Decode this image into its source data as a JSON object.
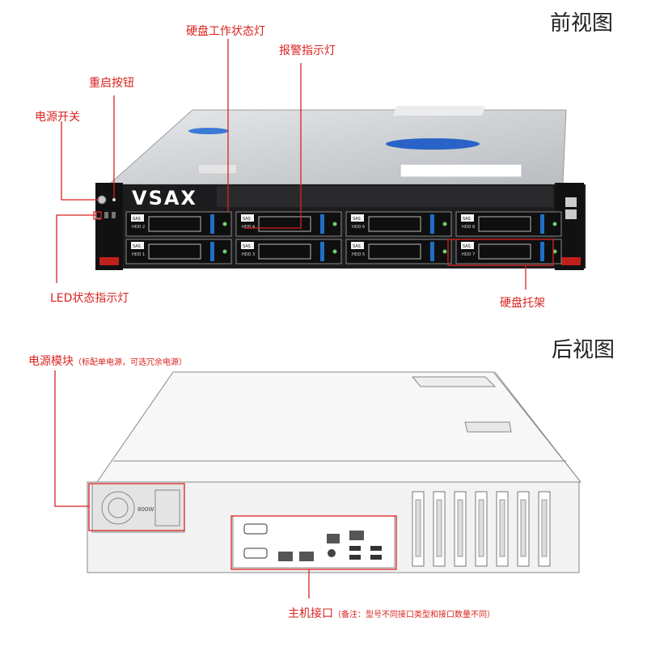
{
  "front": {
    "title": "前视图",
    "brand": "VSAX",
    "labels": {
      "hdd_status_led": "硬盘工作状态灯",
      "alarm_led": "报警指示灯",
      "reset_button": "重启按钮",
      "power_switch": "电源开关",
      "led_indicator": "LED状态指示灯",
      "drive_tray": "硬盘托架"
    },
    "bays": [
      {
        "sas": "SAS",
        "label": "HDD 2"
      },
      {
        "sas": "SAS",
        "label": "HDD 4"
      },
      {
        "sas": "SAS",
        "label": "HDD 6"
      },
      {
        "sas": "SAS",
        "label": "HDD 8"
      },
      {
        "sas": "SAS",
        "label": "HDD 1"
      },
      {
        "sas": "SAS",
        "label": "HDD 3"
      },
      {
        "sas": "SAS",
        "label": "HDD 5"
      },
      {
        "sas": "SAS",
        "label": "HDD 7"
      }
    ]
  },
  "rear": {
    "title": "后视图",
    "psu_label": "电源模块",
    "psu_note": "（标配单电源，可选冗余电源）",
    "psu_watt": "800W",
    "io_label": "主机接口",
    "io_note": "（备注：型号不同接口类型和接口数量不同）"
  },
  "colors": {
    "accent": "#d9231f",
    "panel": "#1c1c1e",
    "handle_red": "#c0201c",
    "tray_blue": "#1f6fc9"
  }
}
